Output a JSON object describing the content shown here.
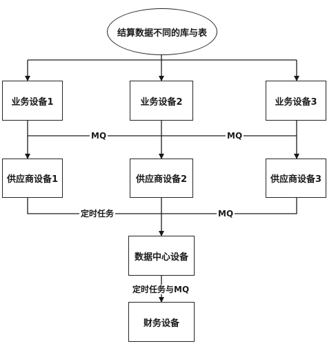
{
  "diagram": {
    "root": "结算数据不同的库与表",
    "business_devices": [
      "业务设备1",
      "业务设备2",
      "业务设备3"
    ],
    "supplier_devices": [
      "供应商设备1",
      "供应商设备2",
      "供应商设备3"
    ],
    "data_center": "数据中心设备",
    "finance": "财务设备",
    "edge_labels": {
      "mq_left": "MQ",
      "mq_right": "MQ",
      "scheduled_task": "定时任务",
      "mq_lower": "MQ",
      "scheduled_task_and_mq": "定时任务与MQ"
    }
  }
}
